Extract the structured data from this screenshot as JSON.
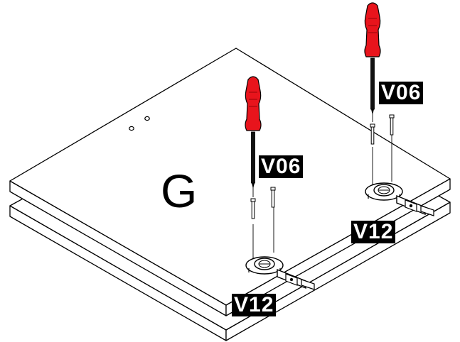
{
  "panel": {
    "letter": "G"
  },
  "labels": {
    "screwdriver_left": "V06",
    "screwdriver_right": "V06",
    "hinge_left": "V12",
    "hinge_right": "V12"
  },
  "colors": {
    "screwdriver_handle": "#e8141c",
    "outline": "#000000",
    "label_bg": "#000000",
    "label_text": "#ffffff"
  },
  "icons": [
    "screwdriver-icon",
    "screw-icon",
    "hinge-icon"
  ]
}
